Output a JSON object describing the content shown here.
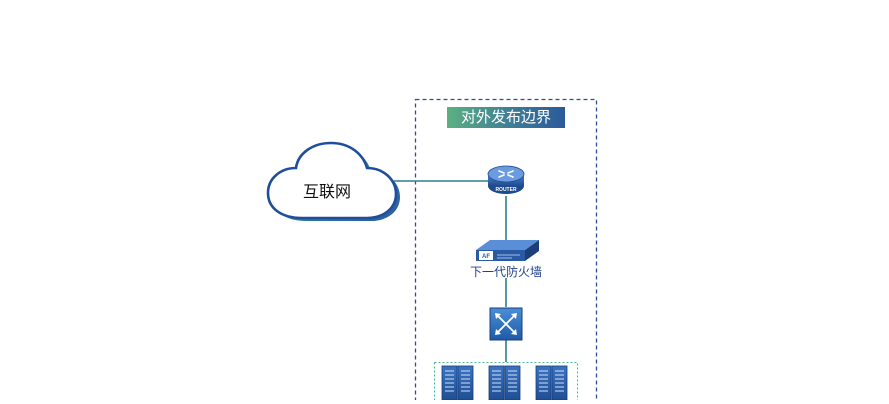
{
  "boundary": {
    "title": "对外发布边界"
  },
  "cloud": {
    "label": "互联网"
  },
  "router": {
    "label": "ROUTER"
  },
  "firewall": {
    "label": "下一代防火墙",
    "badge": "AF"
  },
  "server_group": {
    "count": 3
  },
  "colors": {
    "boundary_border": "#2f4f8f",
    "cloud_outline": "#1f4e9a",
    "cloud_accent": "#3aaa8c",
    "link_line": "#2f7f8f",
    "server_group_border": "#4fb89a",
    "router_fill": "#2a5aa3",
    "switch_fill": "#2c67b5"
  }
}
